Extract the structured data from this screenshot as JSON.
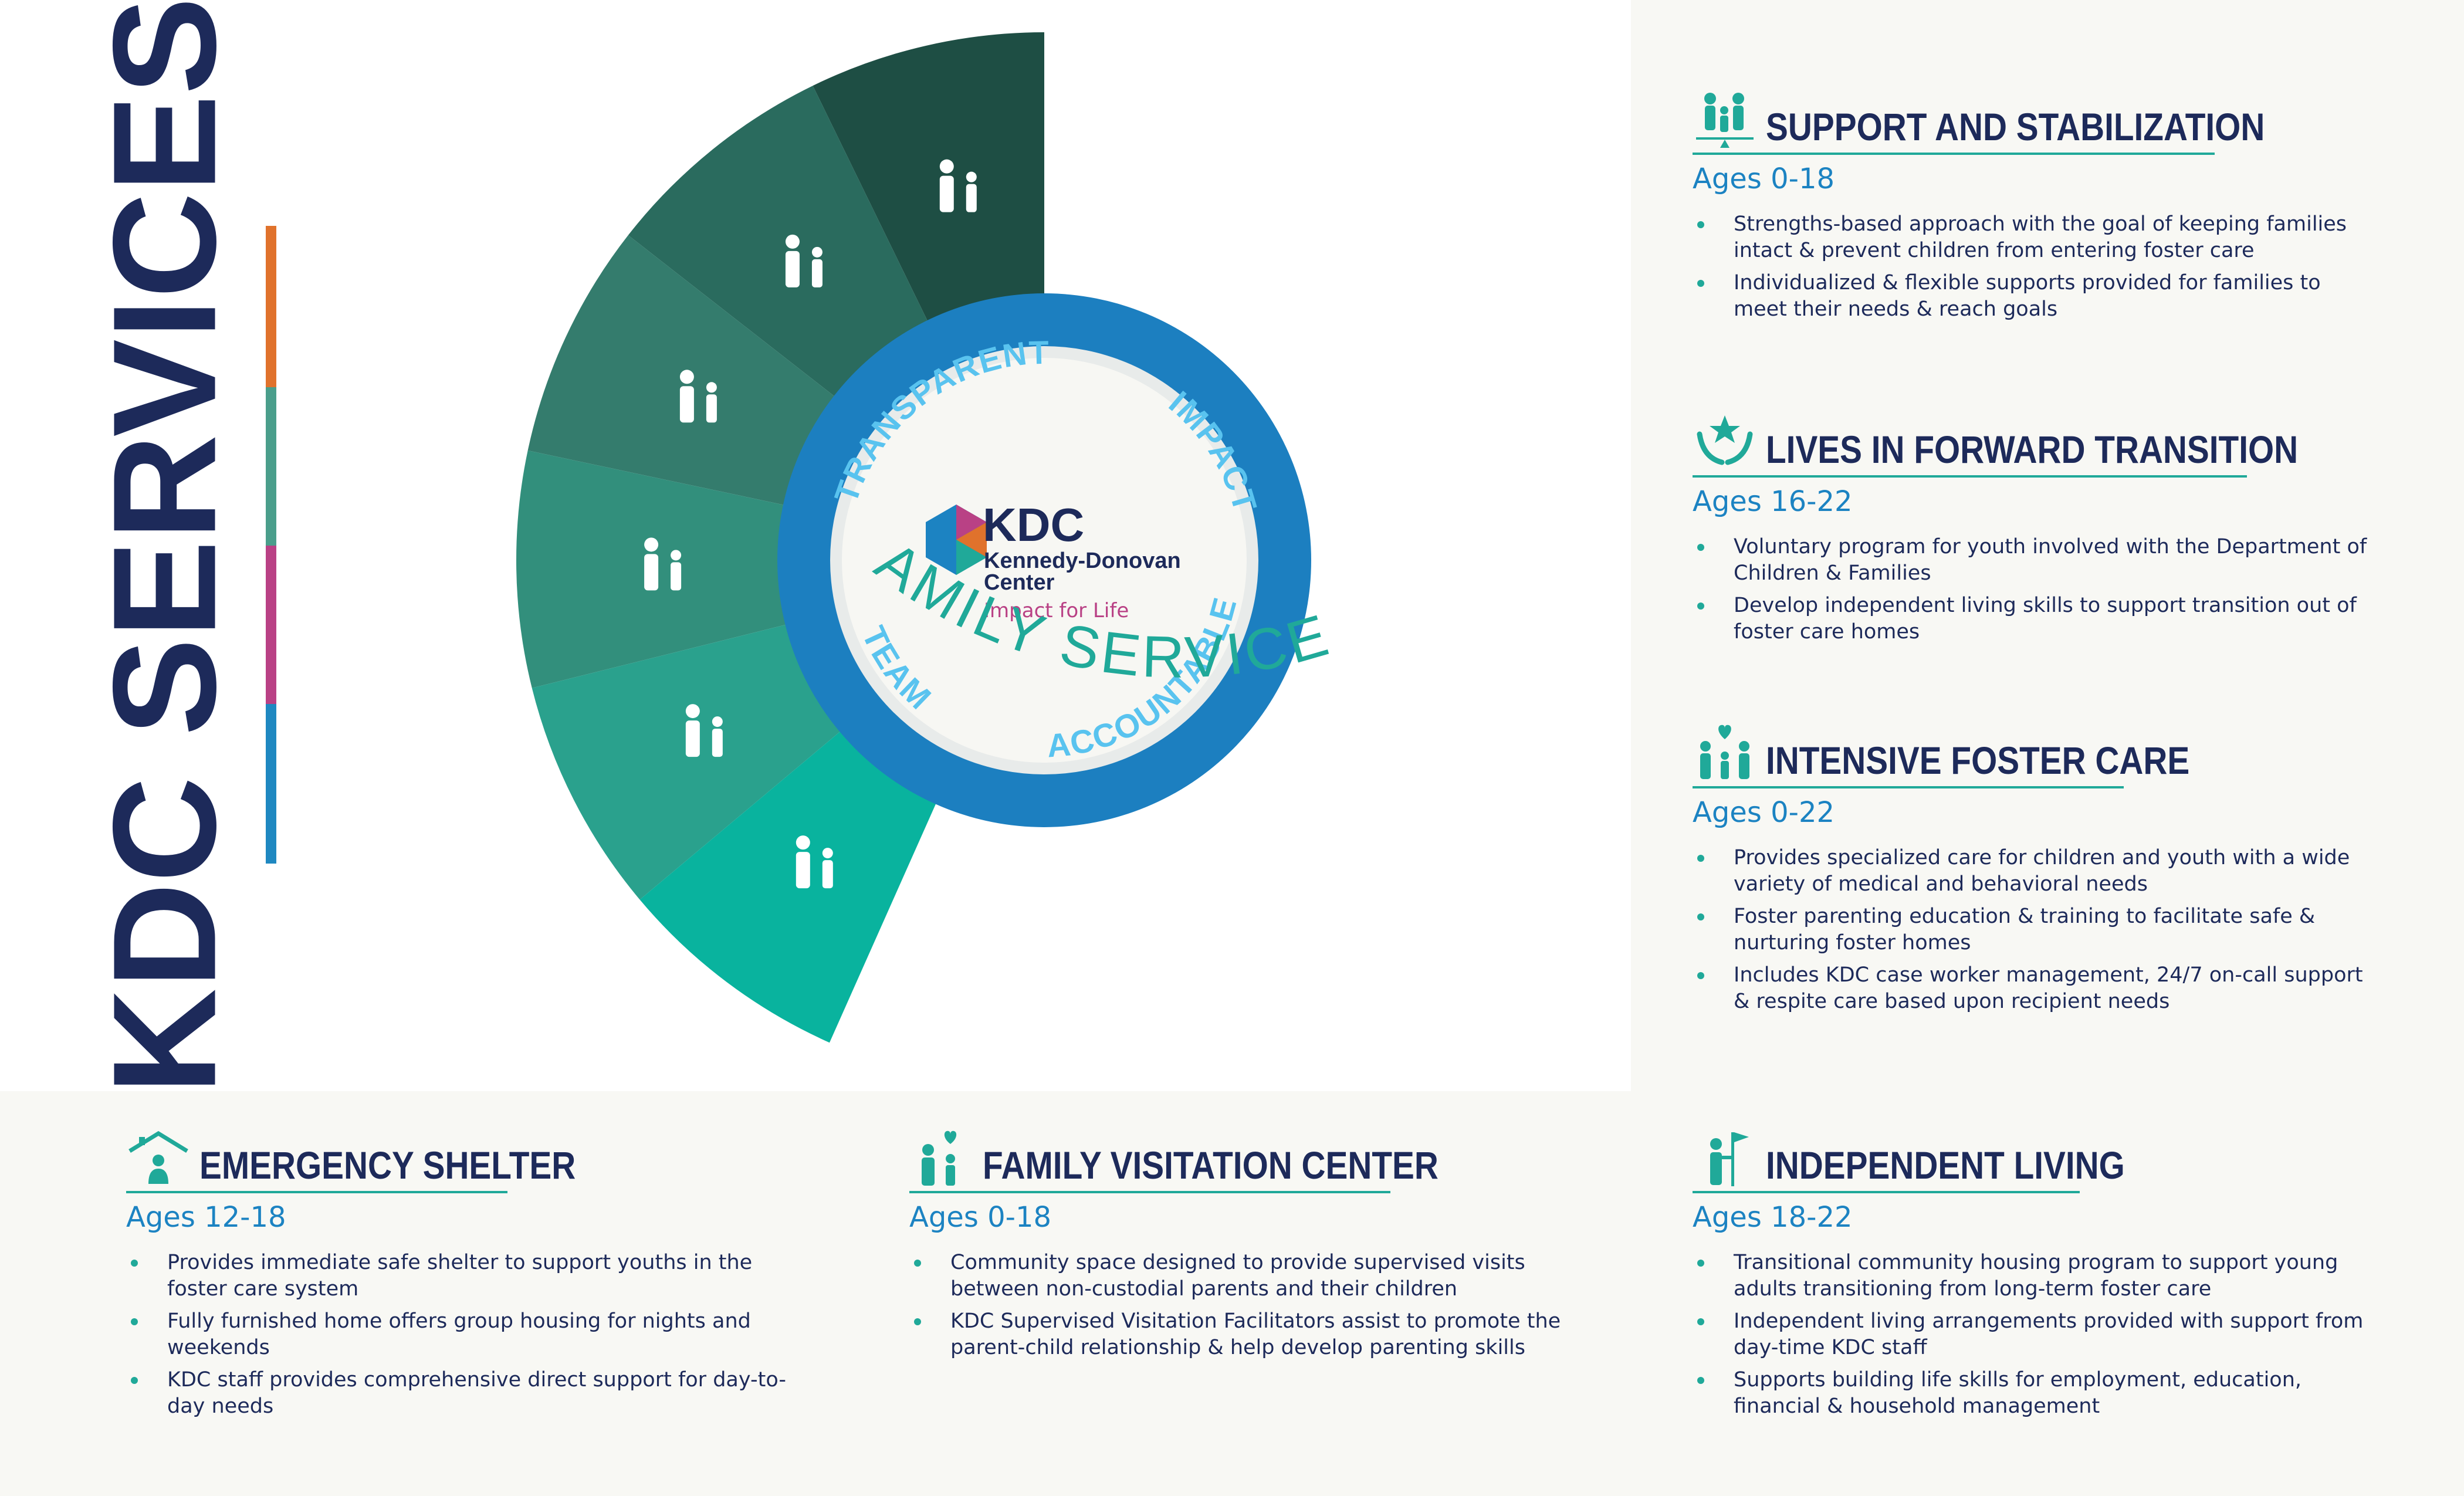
{
  "title": "KDC SERVICES",
  "colors": {
    "navy": "#1d2a5a",
    "teal": "#20a999",
    "blue": "#1c83c2",
    "orange": "#e0722c",
    "magenta": "#b94185",
    "bar_teal": "#4a9e8b",
    "bar_blue": "#1f88c1"
  },
  "wheel": {
    "segment_icons": [
      "family-balance-icon",
      "hands-star-icon",
      "family-heart-icon",
      "person-flag-icon",
      "parent-child-heart-icon",
      "house-child-icon"
    ],
    "ring_words": [
      "TRANSPARENT",
      "IMPACT",
      "TEAM",
      "ACCOUNTABLE"
    ],
    "arc_label": "FAMILY SERVICES"
  },
  "logo": {
    "brand": "KDC",
    "line1": "Kennedy-Donovan",
    "line2": "Center",
    "tagline": "Impact for Life"
  },
  "services": [
    {
      "title": "SUPPORT AND STABILIZATION",
      "ages": "Ages 0-18",
      "icon": "family-balance-icon",
      "bullets": [
        "Strengths-based approach with the goal of keeping families intact & prevent children from entering foster care",
        "Individualized & flexible supports provided for families to meet their needs & reach goals"
      ]
    },
    {
      "title": "LIVES IN FORWARD TRANSITION",
      "ages": "Ages 16-22",
      "icon": "hands-star-icon",
      "bullets": [
        "Voluntary program for youth involved with the Department of Children & Families",
        "Develop independent living skills to support transition out of foster care homes"
      ]
    },
    {
      "title": "INTENSIVE FOSTER CARE",
      "ages": "Ages 0-22",
      "icon": "family-heart-icon",
      "bullets": [
        "Provides specialized care for children and youth with a wide variety of medical and behavioral needs",
        "Foster parenting education & training to facilitate safe & nurturing foster homes",
        "Includes KDC case worker management, 24/7 on-call support & respite care based upon recipient needs"
      ]
    },
    {
      "title": "EMERGENCY SHELTER",
      "ages": "Ages 12-18",
      "icon": "house-child-icon",
      "bullets": [
        "Provides immediate safe shelter to support youths in the foster care system",
        "Fully furnished home offers group housing for nights and weekends",
        "KDC staff provides comprehensive direct support for day-to-day needs"
      ]
    },
    {
      "title": "FAMILY VISITATION CENTER",
      "ages": "Ages 0-18",
      "icon": "parent-child-heart-icon",
      "bullets": [
        "Community space designed to provide supervised visits between non-custodial parents and their children",
        "KDC Supervised Visitation Facilitators assist to promote the parent-child relationship & help develop parenting skills"
      ]
    },
    {
      "title": "INDEPENDENT LIVING",
      "ages": "Ages 18-22",
      "icon": "person-flag-icon",
      "bullets": [
        "Transitional community housing program to support young adults transitioning from long-term foster care",
        "Independent living arrangements provided with support from day-time KDC staff",
        "Supports building life skills for employment, education, financial & household management"
      ]
    }
  ]
}
